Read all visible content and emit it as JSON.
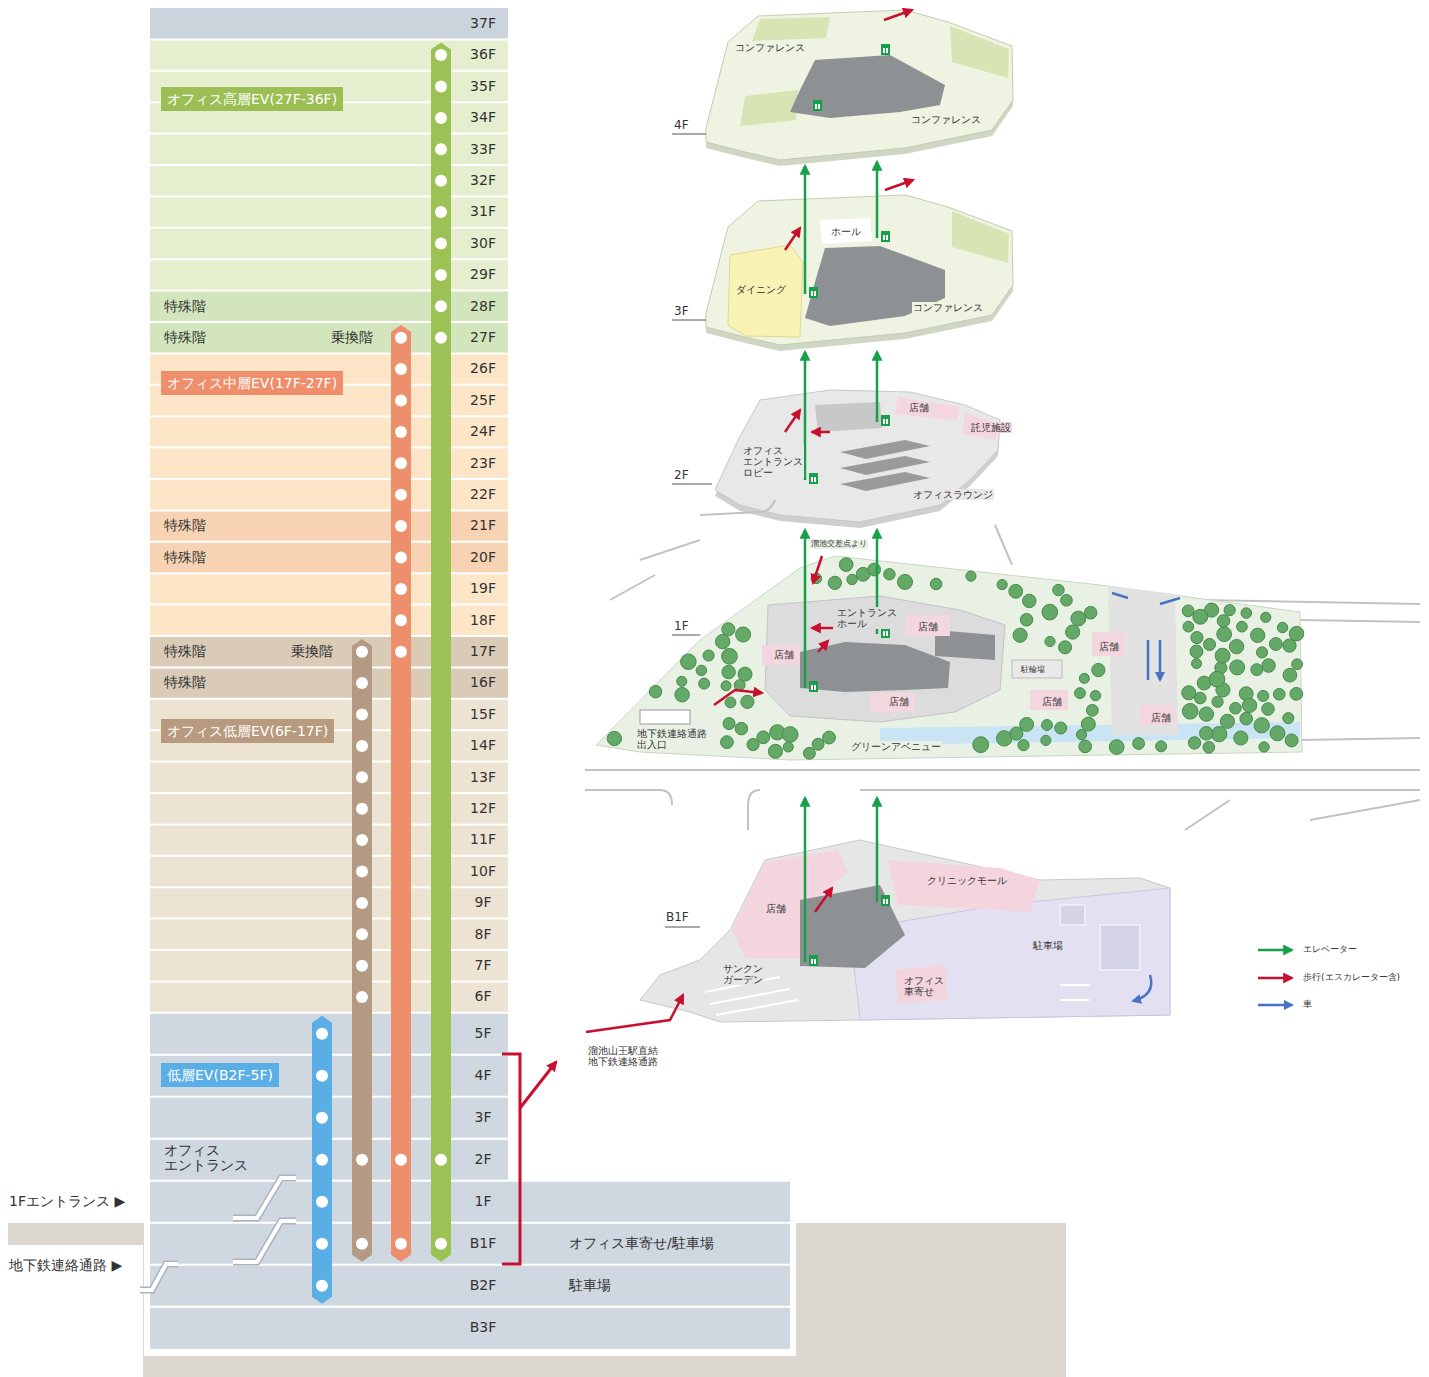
{
  "diagram": {
    "nodes": [
      {
        "text": [
          "オフィス高層EV(27F-36F)"
        ]
      },
      {
        "text": [
          "オフィス中層EV(17F-27F)"
        ]
      },
      {
        "text": [
          "オフィス低層EV(6F-17F)"
        ]
      },
      {
        "text": [
          "低層EV(B2F-5F)"
        ]
      }
    ],
    "labels": [
      "37F",
      "36F",
      "35F",
      "34F",
      "33F",
      "32F",
      "31F",
      "30F",
      "29F",
      "28F",
      "27F",
      "26F",
      "25F",
      "24F",
      "23F",
      "22F",
      "21F",
      "20F",
      "19F",
      "18F",
      "17F",
      "16F",
      "15F",
      "14F",
      "13F",
      "12F",
      "11F",
      "10F",
      "9F",
      "8F",
      "7F",
      "6F",
      "5F",
      "4F",
      "3F",
      "2F",
      "1F",
      "B1F",
      "B2F",
      "B3F",
      "特殊階",
      "特殊階",
      "乗換階",
      "特殊階",
      "特殊階",
      "特殊階",
      "乗換階",
      "特殊階",
      "オフィス エントランス",
      "1Fエントランス ▶",
      "地下鉄連絡通路 ▶",
      "オフィス車寄せ/駐車場",
      "駐車場",
      "コンファレンス",
      "コンファレンス",
      "4F",
      "ホール",
      "ダイニング",
      "コンファレンス",
      "3F",
      "店舗",
      "託児施設",
      "オフィス エントランス ロビー",
      "2F",
      "オフィスラウンジ",
      "溜池交差点より",
      "エントランス ホール",
      "店舗",
      "1F",
      "店舗",
      "店舗",
      "駐輪場",
      "店舗",
      "店舗",
      "店舗",
      "地下鉄連絡通路 出入口",
      "グリーンアベニュー",
      "クリニックモール",
      "店舗",
      "B1F",
      "駐車場",
      "サンクン ガーデン",
      "オフィス 車寄せ",
      "溜池山王駅直結 地下鉄連絡通路"
    ],
    "legend": [
      {
        "text": "エレベーター"
      },
      {
        "text": "歩行(エスカレーター含)"
      },
      {
        "text": "車"
      }
    ]
  }
}
